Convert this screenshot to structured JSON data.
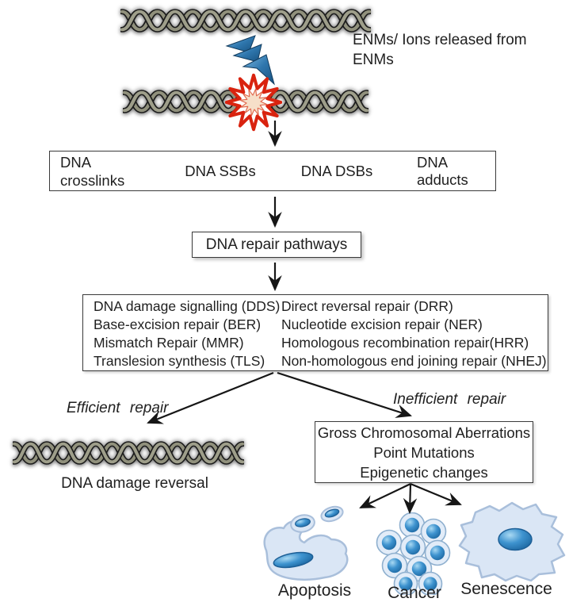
{
  "source": {
    "label": "ENMs/ Ions released from ENMs"
  },
  "damage_box": {
    "crosslinks": "DNA crosslinks",
    "ssbs": "DNA SSBs",
    "dsbs": "DNA DSBs",
    "adducts": "DNA adducts"
  },
  "repair_title": "DNA repair pathways",
  "repair_pathways": {
    "left": [
      "DNA damage signalling (DDS)",
      "Base-excision repair (BER)",
      "Mismatch Repair (MMR)",
      "Translesion synthesis (TLS)"
    ],
    "right": [
      "Direct reversal repair (DRR)",
      "Nucleotide excision repair (NER)",
      "Homologous recombination repair(HRR)",
      "Non-homologous end joining repair (NHEJ)"
    ]
  },
  "branch_labels": {
    "efficient": "Efficient repair",
    "inefficient": "Inefficient repair"
  },
  "efficient_outcome": {
    "label": "DNA damage reversal"
  },
  "inefficient_outcomes": {
    "line1": "Gross Chromosomal Aberrations",
    "line2": "Point Mutations",
    "line3": "Epigenetic changes"
  },
  "cell_fates": {
    "apoptosis": "Apoptosis",
    "cancer": "Cancer",
    "senescence": "Senescence"
  },
  "icons": {
    "dna_helix": "dna-double-helix",
    "lightning": "lightning-bolt-strike",
    "burst": "dna-damage-burst",
    "apoptosis_cell": "fragmented-apoptotic-cell",
    "cancer_cells": "cancer-cell-cluster",
    "senescent_cell": "flattened-senescent-cell"
  },
  "colors": {
    "text": "#1f1f1f",
    "box_border": "#3a3a3a",
    "arrow": "#161616",
    "bolt_blue_dark": "#17517f",
    "bolt_blue_light": "#7db9e2",
    "burst_red": "#d9230f",
    "burst_inner": "#f6dfc9",
    "helix_strand": "#90907c",
    "cell_body": "#dae6f5",
    "cell_outline": "#9db6d4",
    "nucleus_blue": "#2a7cbd"
  }
}
